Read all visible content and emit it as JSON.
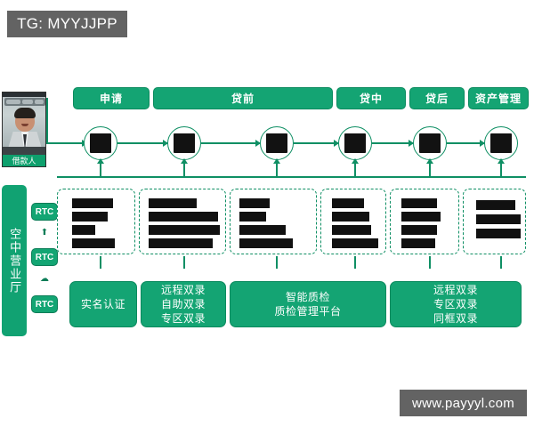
{
  "watermarks": {
    "top_left": "TG: MYYJJPP",
    "bottom_right": "www.payyyl.com"
  },
  "left_panel": {
    "photo_label": "借款人",
    "vertical_bar_label": "空中营业厅",
    "rtc_buttons": [
      {
        "label": "RTC"
      },
      {
        "label": "RTC"
      },
      {
        "label": "RTC"
      }
    ],
    "rtc_icons": [
      {
        "name": "upload-icon",
        "glyph": "⬆"
      },
      {
        "name": "cloud-icon",
        "glyph": "☁"
      }
    ]
  },
  "diagram": {
    "stage_headers": [
      {
        "label": "申请"
      },
      {
        "label": "贷前"
      },
      {
        "label": "贷中"
      },
      {
        "label": "贷后"
      },
      {
        "label": "资产管理"
      }
    ],
    "nodes": [
      {
        "label": ""
      },
      {
        "label": ""
      },
      {
        "label": ""
      },
      {
        "label": ""
      },
      {
        "label": ""
      },
      {
        "label": ""
      }
    ],
    "mid_panels": [
      {
        "label": ""
      },
      {
        "label": ""
      },
      {
        "label": ""
      },
      {
        "label": ""
      },
      {
        "label": ""
      },
      {
        "label": ""
      }
    ],
    "capabilities": [
      {
        "lines": [
          "实名认证"
        ]
      },
      {
        "lines": [
          "远程双录",
          "自助双录",
          "专区双录"
        ]
      },
      {
        "lines": [
          "智能质检",
          "质检管理平台"
        ]
      },
      {
        "lines": [
          "远程双录",
          "专区双录",
          "同框双录"
        ]
      }
    ]
  },
  "colors": {
    "brand_green": "#14a473",
    "brand_green_dark": "#0b8a5e",
    "line_green": "#0f8f64",
    "watermark_gray": "#636363",
    "redaction_black": "#111111"
  }
}
